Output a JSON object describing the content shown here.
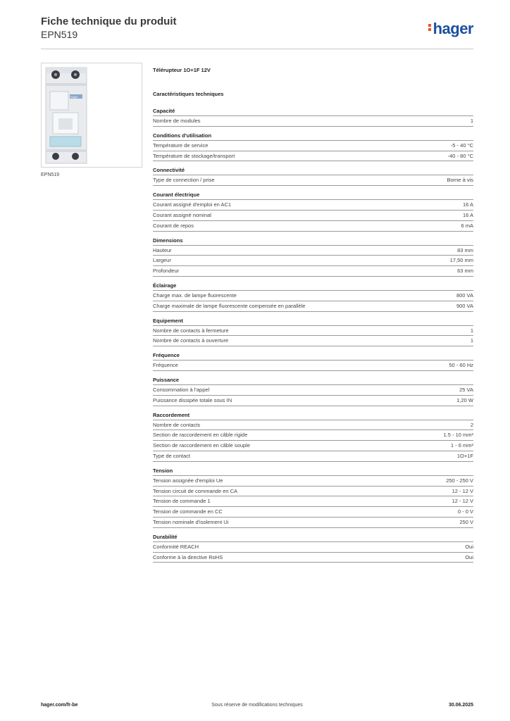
{
  "header": {
    "title": "Fiche technique du produit",
    "subtitle": "EPN519",
    "logo_text": "hager",
    "logo_color": "#1b4f9e",
    "logo_accent": "#e8561e"
  },
  "product": {
    "caption": "EPN519",
    "name": "Télérupteur 1O+1F 12V",
    "specs_title": "Caractéristiques techniques"
  },
  "sections": [
    {
      "title": "Capacité",
      "rows": [
        {
          "label": "Nombre de modules",
          "value": "1"
        }
      ]
    },
    {
      "title": "Conditions d'utilisation",
      "rows": [
        {
          "label": "Température de service",
          "value": "-5 - 40 °C"
        },
        {
          "label": "Température de stockage/transport",
          "value": "-40 - 80 °C"
        }
      ]
    },
    {
      "title": "Connectivité",
      "rows": [
        {
          "label": "Type de connection / prise",
          "value": "Borne à vis"
        }
      ]
    },
    {
      "title": "Courant électrique",
      "rows": [
        {
          "label": "Courant assigné d'emploi en AC1",
          "value": "16 A"
        },
        {
          "label": "Courant assigné nominal",
          "value": "16 A"
        },
        {
          "label": "Courant de repos",
          "value": "6 mA"
        }
      ]
    },
    {
      "title": "Dimensions",
      "rows": [
        {
          "label": "Hauteur",
          "value": "83 mm"
        },
        {
          "label": "Largeur",
          "value": "17,50 mm"
        },
        {
          "label": "Profondeur",
          "value": "63 mm"
        }
      ]
    },
    {
      "title": "Éclairage",
      "rows": [
        {
          "label": "Charge max. de lampe fluorescente",
          "value": "800 VA"
        },
        {
          "label": "Charge maximale de lampe fluorescente compensée en parallèle",
          "value": "900 VA"
        }
      ]
    },
    {
      "title": "Equipement",
      "rows": [
        {
          "label": "Nombre de contacts à fermeture",
          "value": "1"
        },
        {
          "label": "Nombre de contacts à ouverture",
          "value": "1"
        }
      ]
    },
    {
      "title": "Fréquence",
      "rows": [
        {
          "label": "Fréquence",
          "value": "50 - 60 Hz"
        }
      ]
    },
    {
      "title": "Puissance",
      "rows": [
        {
          "label": "Consommation à l'appel",
          "value": "25 VA"
        },
        {
          "label": "Puissance dissipée totale sous IN",
          "value": "1,20 W"
        }
      ]
    },
    {
      "title": "Raccordement",
      "rows": [
        {
          "label": "Nombre de contacts",
          "value": "2"
        },
        {
          "label": "Section de raccordement en câble rigide",
          "value": "1.5 - 10 mm²"
        },
        {
          "label": "Section de raccordement en câble souple",
          "value": "1 - 6 mm²"
        },
        {
          "label": "Type de contact",
          "value": "1O+1F"
        }
      ]
    },
    {
      "title": "Tension",
      "rows": [
        {
          "label": "Tension assignée d'emploi Ue",
          "value": "250 - 250 V"
        },
        {
          "label": "Tension circuit de commande en CA",
          "value": "12 - 12 V"
        },
        {
          "label": "Tension de commande 1",
          "value": "12 - 12 V"
        },
        {
          "label": "Tension de commande en CC",
          "value": "0 - 0 V"
        },
        {
          "label": "Tension nominale d'isolement Ui",
          "value": "250 V"
        }
      ]
    },
    {
      "title": "Durabilité",
      "rows": [
        {
          "label": "Conformité REACH",
          "value": "Oui"
        },
        {
          "label": "Conforme à la directive RoHS",
          "value": "Oui"
        }
      ]
    }
  ],
  "footer": {
    "website": "hager.com/fr-be",
    "disclaimer": "Sous réserve de modifications techniques",
    "date": "30.06.2025"
  }
}
